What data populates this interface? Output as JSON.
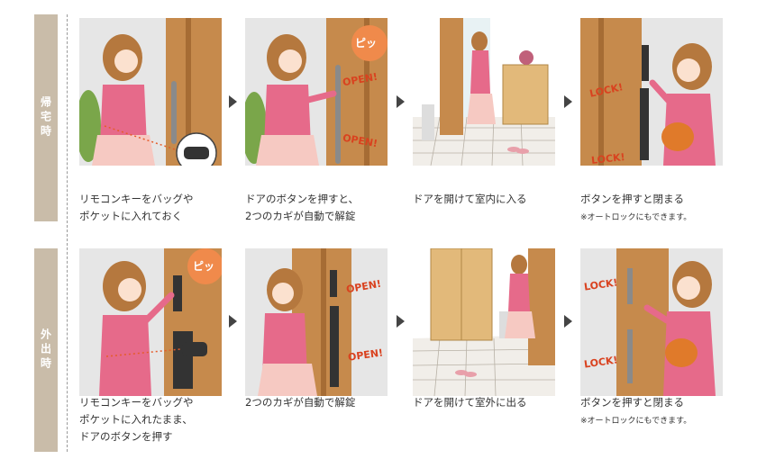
{
  "sections": [
    {
      "label": "帰宅時",
      "steps": [
        {
          "caption_lines": [
            "リモコンキーをバッグや",
            "ポケットに入れておく"
          ]
        },
        {
          "caption_lines": [
            "ドアのボタンを押すと、",
            "2つのカギが自動で解錠"
          ],
          "sounds": [
            "ピッ"
          ],
          "stamps": [
            "OPEN!",
            "OPEN!"
          ]
        },
        {
          "caption_lines": [
            "ドアを開けて室内に入る"
          ]
        },
        {
          "caption_lines": [
            "ボタンを押すと閉まる"
          ],
          "note": "※オートロックにもできます。",
          "stamps": [
            "LOCK!",
            "LOCK!"
          ]
        }
      ]
    },
    {
      "label": "外出時",
      "steps": [
        {
          "caption_lines": [
            "リモコンキーをバッグや",
            "ポケットに入れたまま、",
            "ドアのボタンを押す"
          ],
          "sounds": [
            "ピッ"
          ]
        },
        {
          "caption_lines": [
            "2つのカギが自動で解錠"
          ],
          "stamps": [
            "OPEN!",
            "OPEN!"
          ]
        },
        {
          "caption_lines": [
            "ドアを開けて室外に出る"
          ]
        },
        {
          "caption_lines": [
            "ボタンを押すと閉まる"
          ],
          "note": "※オートロックにもできます。",
          "stamps": [
            "LOCK!",
            "LOCK!"
          ]
        }
      ]
    }
  ],
  "colors": {
    "tab": "#c9bca9",
    "door": "#c68a4c",
    "stamp": "#d9421f",
    "burst": "#f08a4b",
    "shirt": "#e66a8a",
    "skirt": "#f6c9c2",
    "hair": "#b5783e"
  }
}
